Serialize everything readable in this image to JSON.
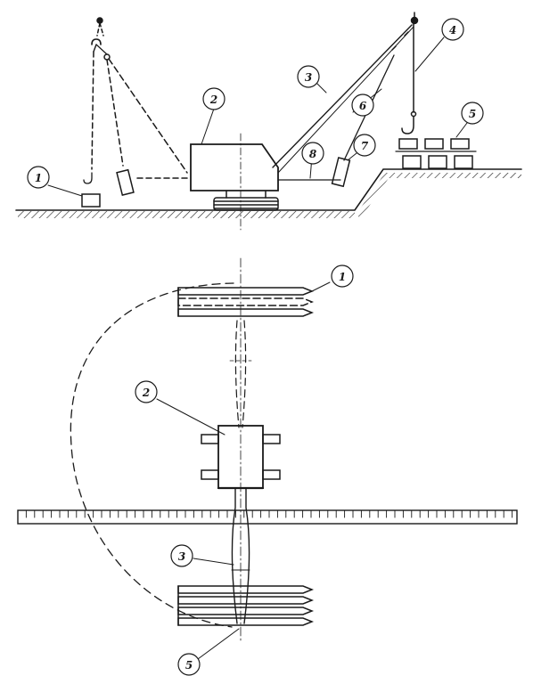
{
  "colors": {
    "ink": "#1a1a1a",
    "paper": "#ffffff"
  },
  "callouts": {
    "elevation": [
      "1",
      "2",
      "3",
      "4",
      "5",
      "6",
      "7",
      "8"
    ],
    "plan": [
      "1",
      "2",
      "3",
      "5"
    ]
  }
}
